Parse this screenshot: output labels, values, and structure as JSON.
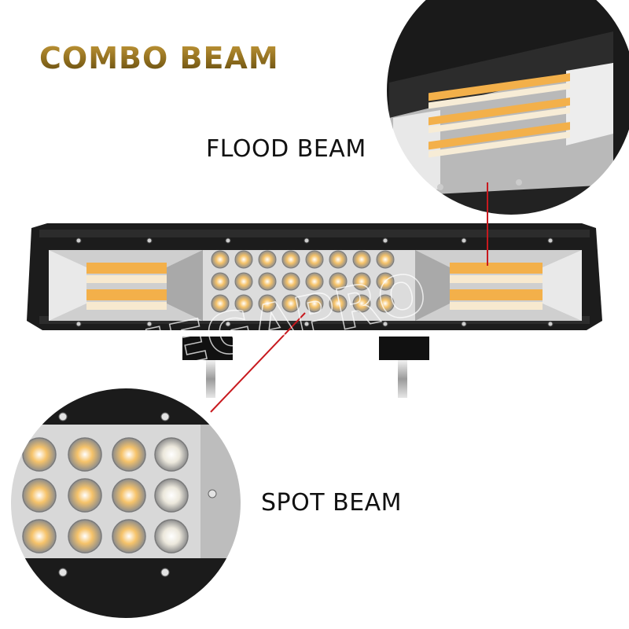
{
  "labels": {
    "title": "COMBO BEAM",
    "flood": "FLOOD BEAM",
    "spot": "SPOT BEAM"
  },
  "colors": {
    "title_gold": "#8a6a1c",
    "pointer_red": "#c8191e",
    "housing": "#1c1c1c",
    "led_amber": "#f3b04a",
    "led_white": "#f4f1e8"
  },
  "watermark": "MEGAPRO"
}
